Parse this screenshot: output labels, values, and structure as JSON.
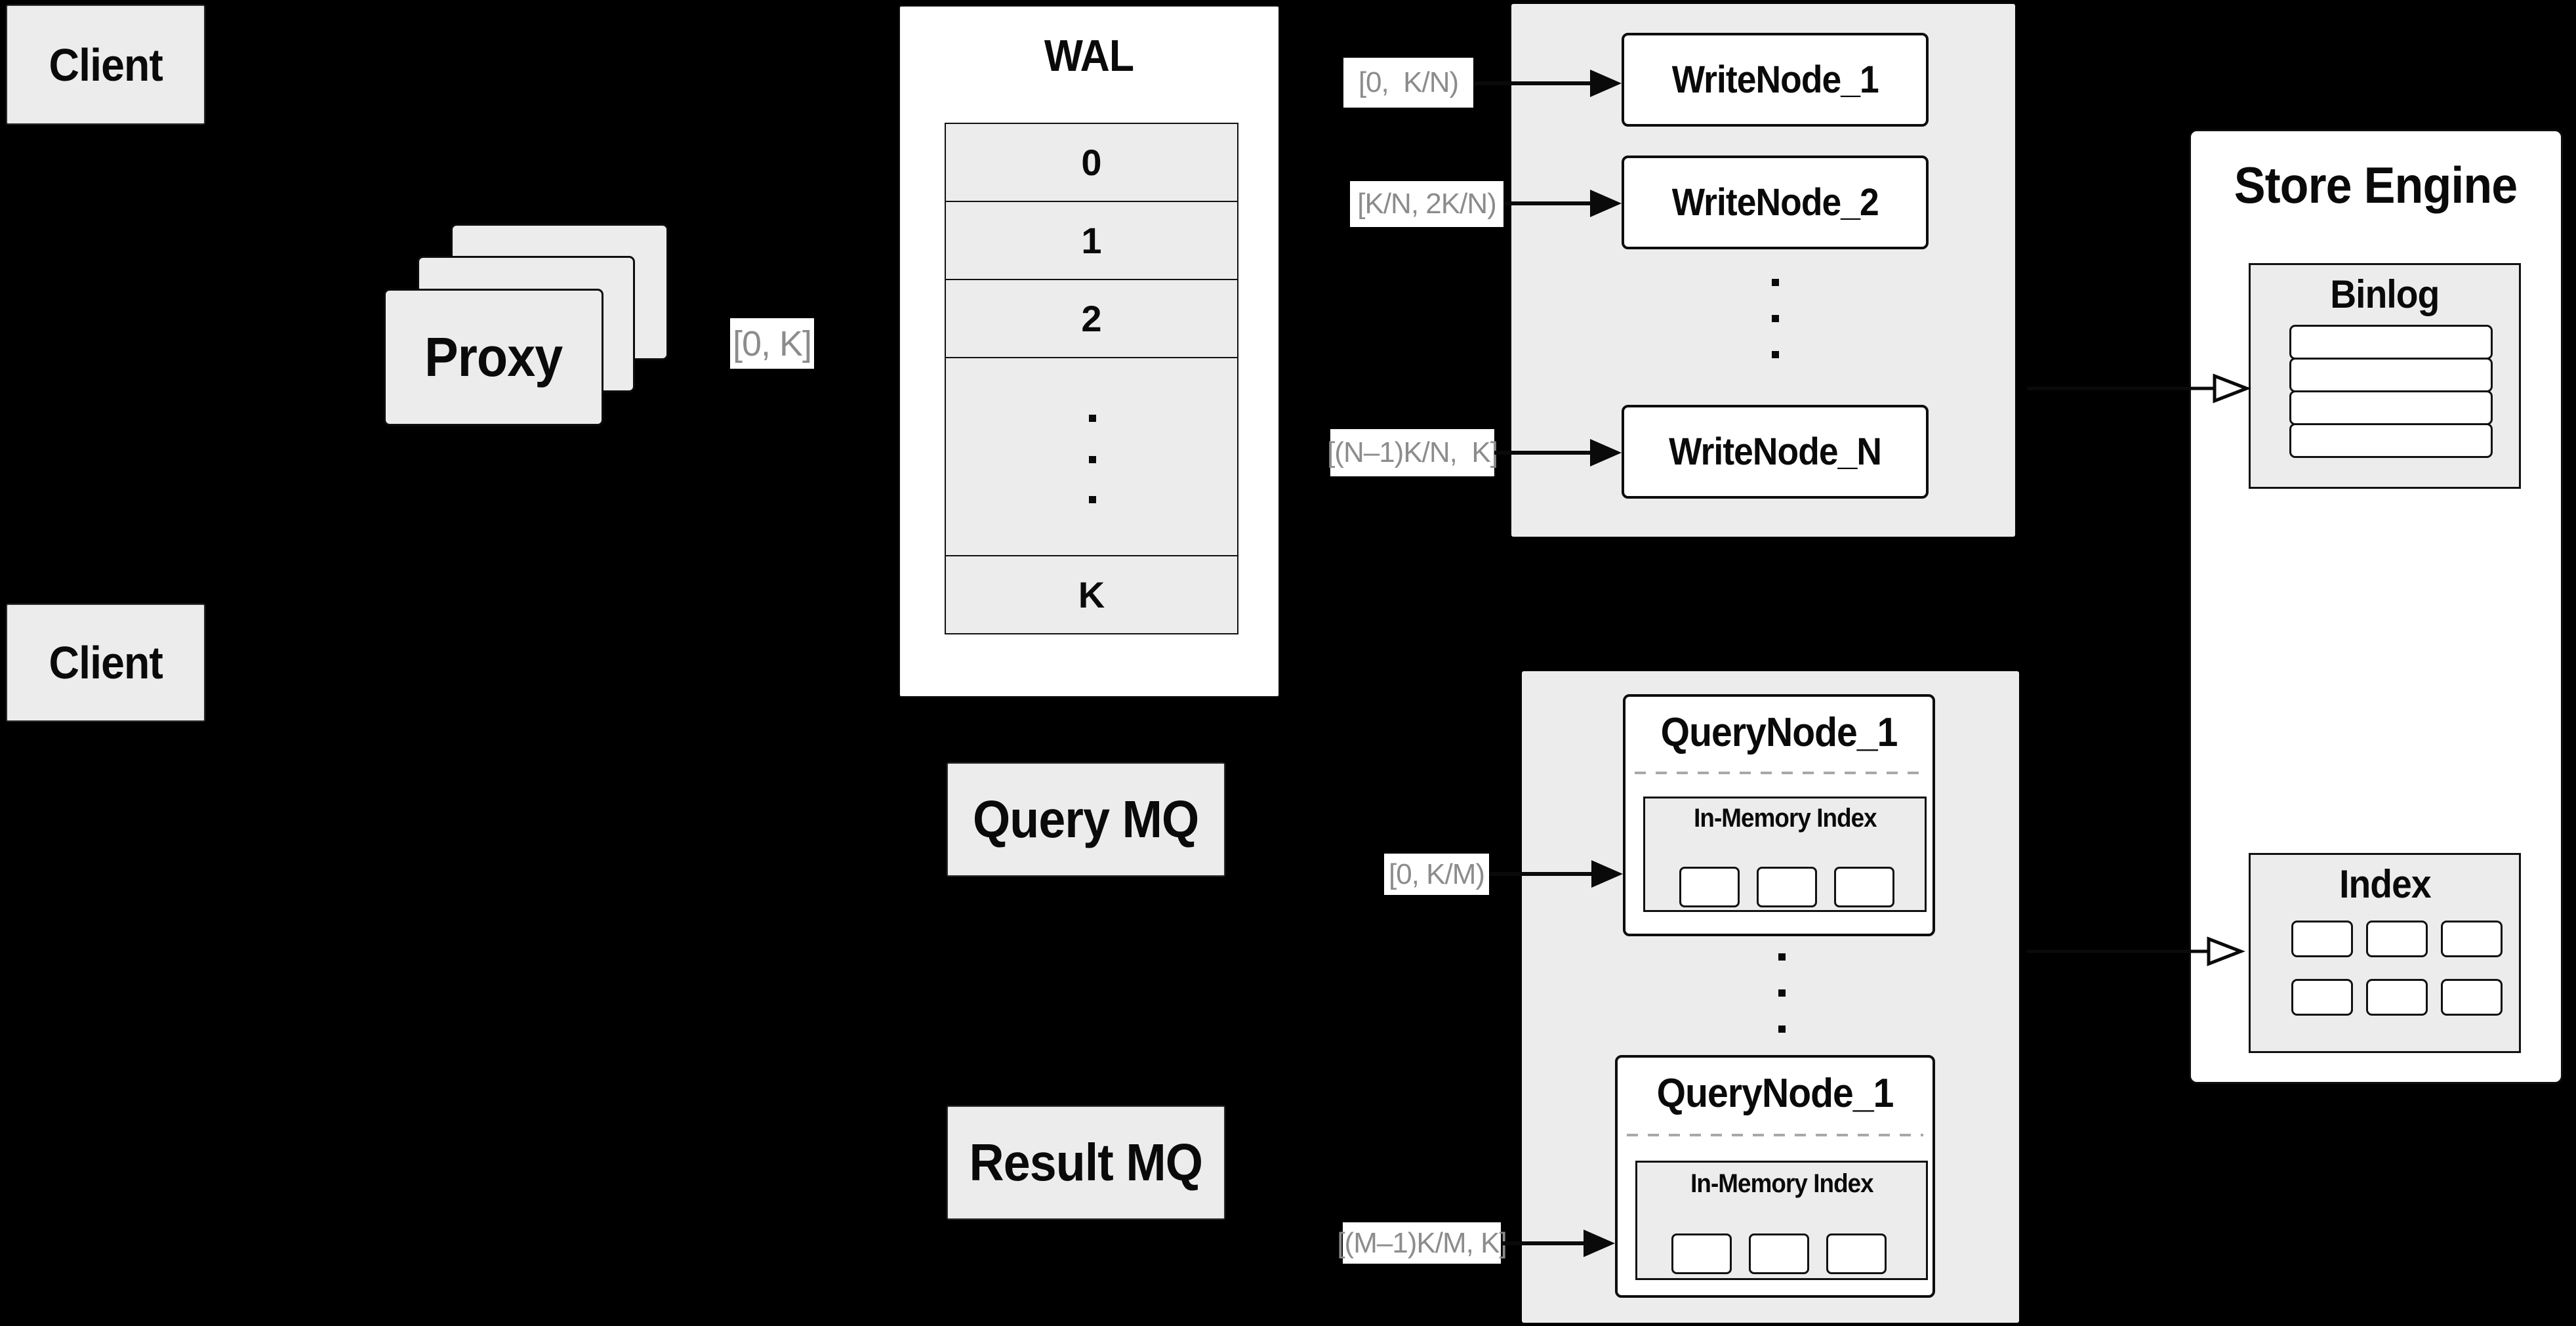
{
  "colors": {
    "background": "#000000",
    "box_fill": "#ececec",
    "box_border": "#111111",
    "white": "#ffffff",
    "range_text": "#8c8c8c",
    "dash_line": "#a8a8a8"
  },
  "nodes": {
    "client_top": "Client",
    "client_bottom": "Client",
    "proxy": "Proxy",
    "wal": {
      "title": "WAL",
      "rows": [
        "0",
        "1",
        "2"
      ],
      "last_row": "K"
    },
    "write_panel": {
      "node_1": "WriteNode_1",
      "node_2": "WriteNode_2",
      "node_n": "WriteNode_N"
    },
    "query_panel": {
      "node_a": {
        "title": "QueryNode_1",
        "inner": "In-Memory Index"
      },
      "node_b": {
        "title": "QueryNode_1",
        "inner": "In-Memory Index"
      }
    },
    "query_mq": "Query MQ",
    "result_mq": "Result MQ",
    "store": {
      "title": "Store Engine",
      "binlog": "Binlog",
      "index": "Index"
    }
  },
  "range_labels": {
    "proxy_out": "[0, K]",
    "write_1": "[0,  K/N)",
    "write_2": "[K/N, 2K/N)",
    "write_n": "[(N–1)K/N,  K]",
    "query_first": "[0, K/M)",
    "query_last": "[(M–1)K/M, K]"
  }
}
